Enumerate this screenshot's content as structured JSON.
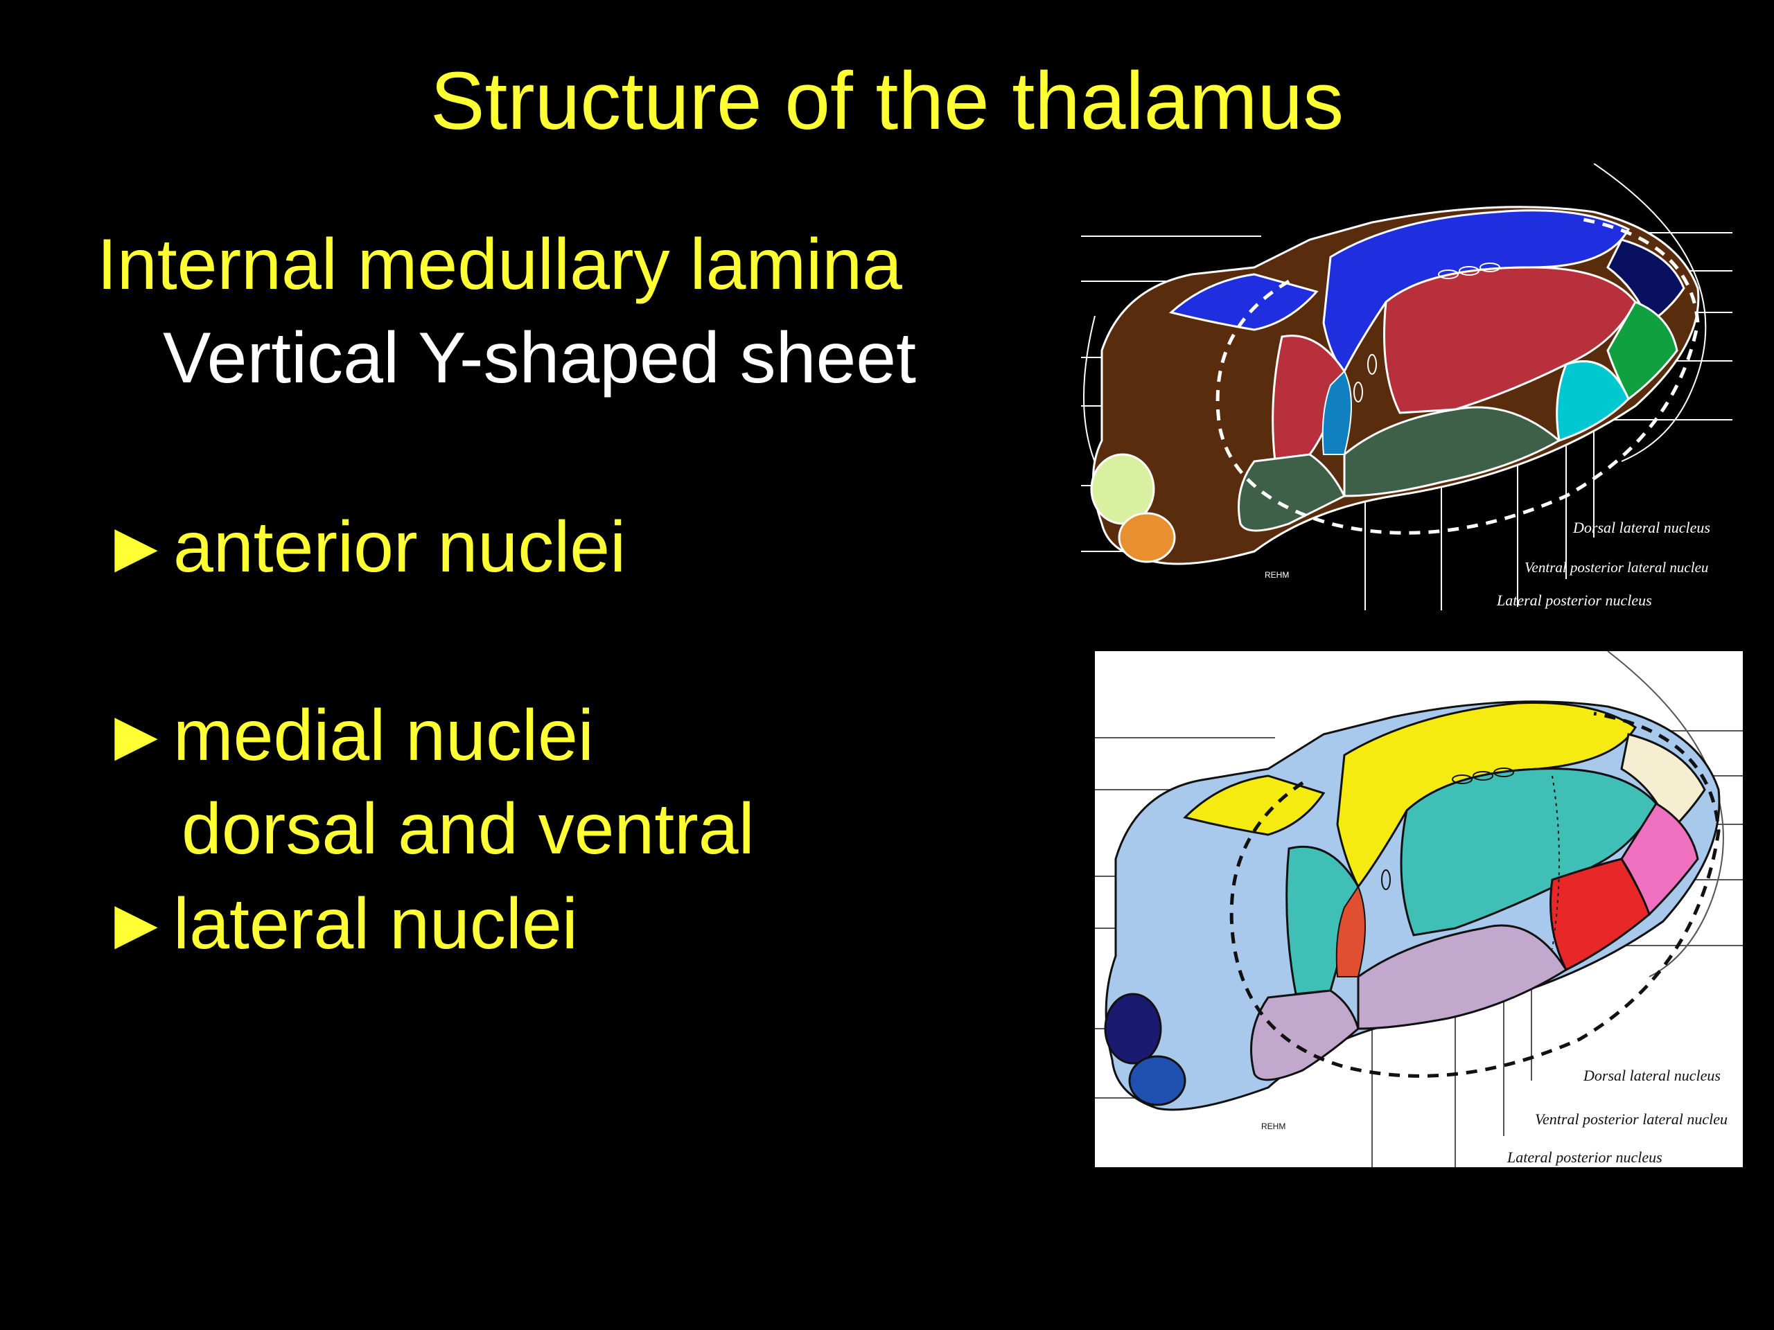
{
  "slide": {
    "title": "Structure of the thalamus",
    "heading": "Internal medullary lamina",
    "subheading": "Vertical Y-shaped sheet",
    "bullet_marker": "►",
    "bullets": [
      {
        "label": "anterior nuclei"
      },
      {
        "label": "medial nuclei",
        "sub": "dorsal and ventral"
      },
      {
        "label": "lateral nuclei"
      }
    ]
  },
  "figures": [
    {
      "theme": "dark",
      "captions": [
        "Dorsal lateral nucleus",
        "Ventral posterior lateral nucleu",
        "Lateral posterior nucleus"
      ],
      "artist_mark": "REHM",
      "colors": {
        "background": "#000000",
        "outline": "#ffffff",
        "anterior": "#1f2fe0",
        "medial": "#5a2c0e",
        "lateral_dorsal": "#b8303c",
        "ventral": "#3f6048",
        "pulvinar_tip": "#00c8d0",
        "green": "#10a040",
        "pale": "#d8f0a0",
        "orange": "#e89030"
      }
    },
    {
      "theme": "light",
      "captions": [
        "Dorsal lateral nucleus",
        "Ventral posterior lateral nucleu",
        "Lateral posterior nucleus"
      ],
      "artist_mark": "REHM",
      "colors": {
        "background": "#ffffff",
        "outline": "#111111",
        "anterior": "#f5eb10",
        "medial": "#a8c8ec",
        "lateral_dorsal": "#3fbfb5",
        "ventral": "#c2a8cc",
        "red": "#e82828",
        "pink": "#f070c0",
        "navy": "#1a1a70",
        "blue": "#2050b0"
      }
    }
  ]
}
